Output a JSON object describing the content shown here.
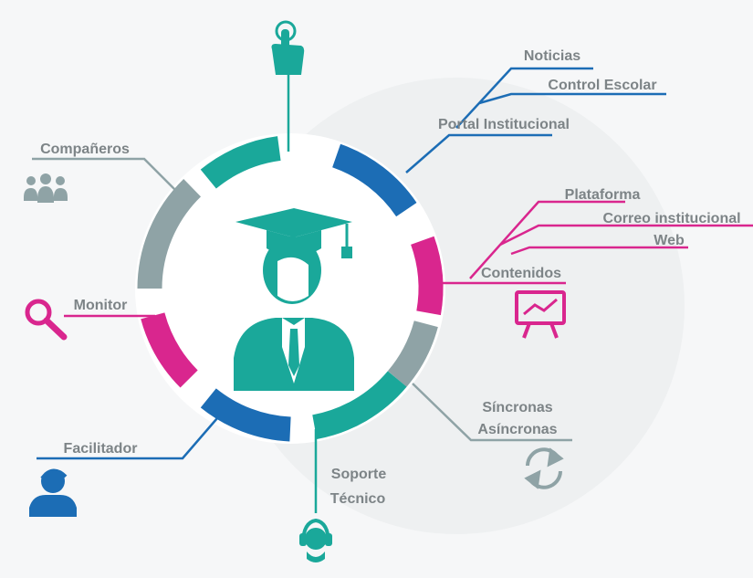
{
  "colors": {
    "teal": "#1aa89a",
    "blue": "#1c6db5",
    "magenta": "#d9268e",
    "gray": "#8fa3a6",
    "label": "#7d8487",
    "background": "#f6f7f8"
  },
  "center": {
    "icon": "graduate-student-icon"
  },
  "nodes": {
    "top": {
      "icon": "touch-hand-icon"
    },
    "portal": {
      "label": "Portal Institucional",
      "sub": [
        "Noticias",
        "Control Escolar"
      ]
    },
    "contenidos": {
      "label": "Contenidos",
      "sub": [
        "Plataforma",
        "Correo institucional",
        "Web"
      ],
      "icon": "presentation-chart-icon"
    },
    "sincronas": {
      "label": "Síncronas",
      "label2": "Asíncronas",
      "icon": "sync-cycle-icon"
    },
    "soporte": {
      "label": "Soporte",
      "label2": "Técnico",
      "icon": "headset-icon"
    },
    "facilitador": {
      "label": "Facilitador",
      "icon": "person-icon"
    },
    "monitor": {
      "label": "Monitor",
      "icon": "magnifier-icon"
    },
    "companeros": {
      "label": "Compañeros",
      "icon": "group-icon"
    }
  }
}
